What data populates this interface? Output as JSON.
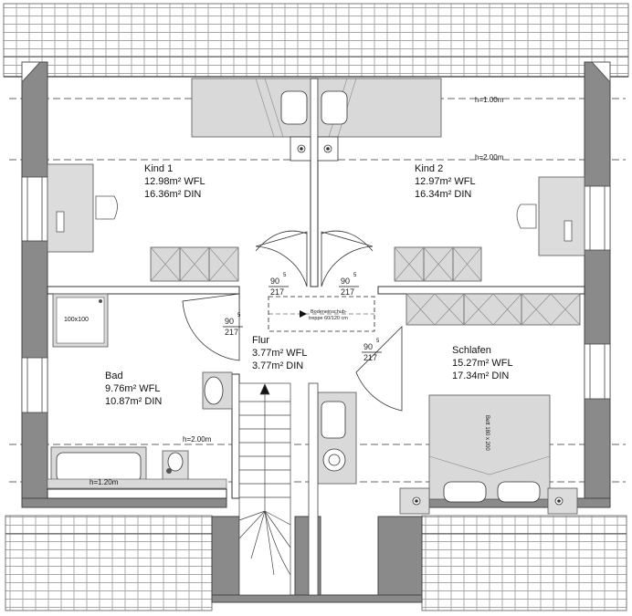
{
  "rooms": [
    {
      "id": "kind1",
      "name": "Kind 1",
      "wfl": "12.98m² WFL",
      "din": "16.36m² DIN"
    },
    {
      "id": "kind2",
      "name": "Kind 2",
      "wfl": "12.97m² WFL",
      "din": "16.34m² DIN"
    },
    {
      "id": "bad",
      "name": "Bad",
      "wfl": "9.76m² WFL",
      "din": "10.87m² DIN"
    },
    {
      "id": "flur",
      "name": "Flur",
      "wfl": "3.77m² WFL",
      "din": "3.77m² DIN"
    },
    {
      "id": "schlafen",
      "name": "Schlafen",
      "wfl": "15.27m² WFL",
      "din": "17.34m² DIN"
    }
  ],
  "height_labels": {
    "h100": "h=1.00m",
    "h200_right": "h=2.00m",
    "h200_bad": "h=2.00m",
    "h120": "h=1.20m"
  },
  "door_labels": {
    "width": "90",
    "sup": "5",
    "height": "217"
  },
  "fixtures": {
    "shower": "100x100",
    "bed": "Bett 180 x 200",
    "attic_hatch_line1": "Bodeneinschub-",
    "attic_hatch_line2": "treppe 60/120 cm"
  }
}
